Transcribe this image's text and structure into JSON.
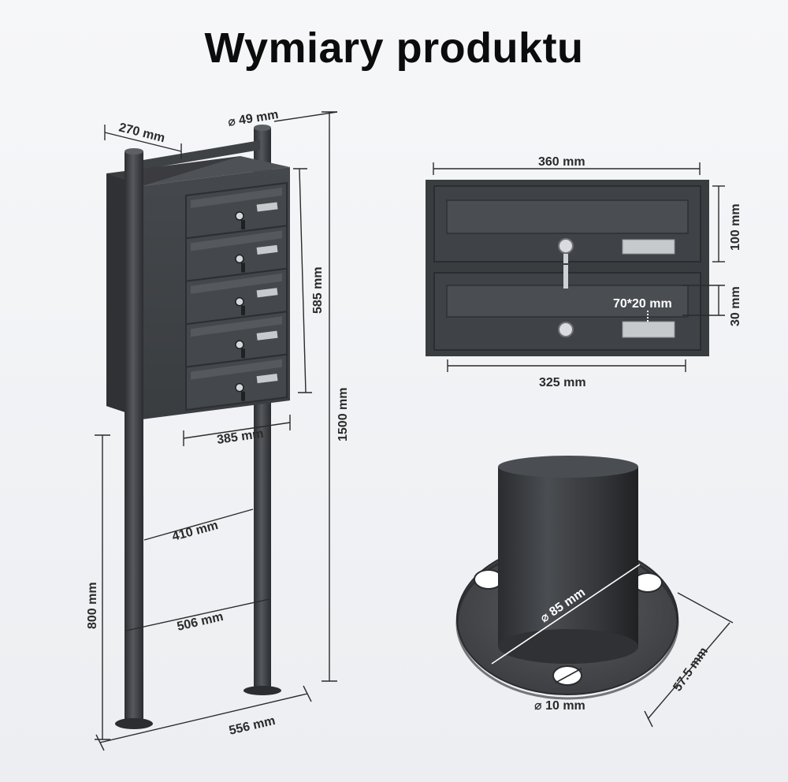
{
  "title": "Wymiary produktu",
  "colors": {
    "body": "#3d3f42",
    "body_dark": "#2c2e31",
    "accent": "#55585c",
    "label_plate": "#c7cacd",
    "background": "#eef0f2"
  },
  "icons": [
    "lock-icon",
    "key-icon",
    "mounting-hole-icon"
  ],
  "mailbox_tower": {
    "units": 5,
    "dimensions": {
      "depth": "270 mm",
      "pole_diameter": "⌀ 49 mm",
      "box_height": "585 mm",
      "total_height": "1500 mm",
      "box_width": "385 mm",
      "inner_pole_gap": "410 mm",
      "outer_pole_gap": "506 mm",
      "base_width": "556 mm",
      "pole_leg_height": "800 mm"
    }
  },
  "front_view": {
    "dimensions": {
      "width": "360 mm",
      "unit_height": "100 mm",
      "slot_height": "30 mm",
      "name_plate": "70*20 mm",
      "slot_width": "325 mm"
    }
  },
  "base_plate": {
    "dimensions": {
      "pipe_diameter": "⌀ 85 mm",
      "hole_diameter": "⌀ 10 mm",
      "plate_radius": "57.5 mm"
    }
  }
}
